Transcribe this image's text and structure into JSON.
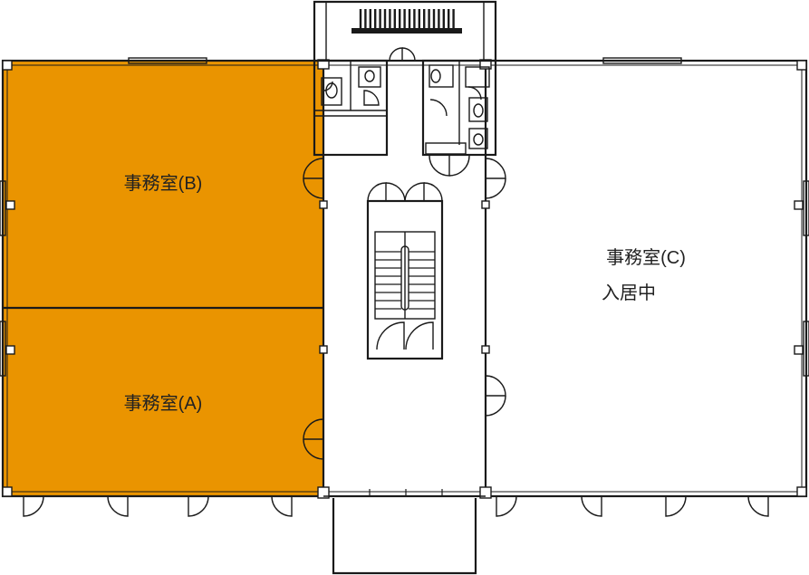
{
  "colors": {
    "highlight": "#EA9400",
    "wall": "#1a1a1a",
    "background": "#ffffff"
  },
  "rooms": [
    {
      "id": "b",
      "label": "事務室(B)",
      "status": "",
      "highlighted": true
    },
    {
      "id": "a",
      "label": "事務室(A)",
      "status": "",
      "highlighted": true
    },
    {
      "id": "c",
      "label": "事務室(C)",
      "status": "入居中",
      "highlighted": false
    }
  ]
}
